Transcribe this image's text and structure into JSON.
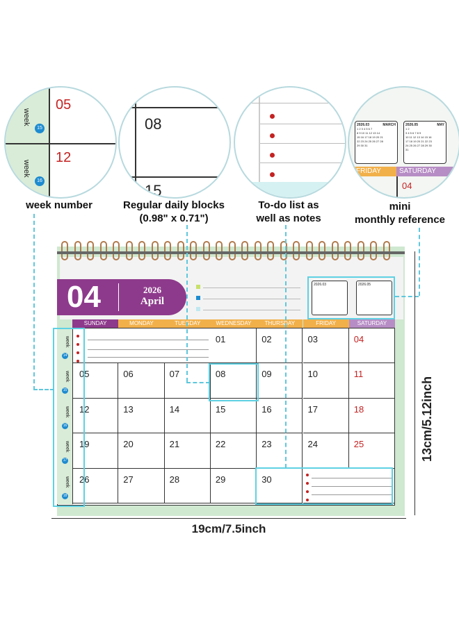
{
  "features": {
    "week_number": "week number",
    "daily_blocks": "Regular daily blocks",
    "daily_blocks_size": "(0.98\" x 0.71\")",
    "todo_line1": "To-do list as",
    "todo_line2": "well as notes",
    "mini_line1": "mini",
    "mini_line2": "monthly reference"
  },
  "zoom": {
    "week_circle": {
      "date1": "05",
      "date2": "12",
      "week_label": "week",
      "week1": "15",
      "week2": "16"
    },
    "daily_circle": {
      "date1": "08",
      "date2": "15"
    },
    "mini_circle": {
      "cal1_title": "2026.03",
      "cal1_month": "MARCH",
      "cal2_title": "2026.05",
      "cal2_month": "MAY",
      "friday": "FRIDAY",
      "saturday": "SATURDAY",
      "date": "04",
      "cal1_rows": [
        "1 2 3 4 5 6 7",
        "8 9 10 11 12 13 14",
        "15 16 17 18 19 20 21",
        "22 23 24 25 26 27 28",
        "29 30 31"
      ],
      "cal2_rows": [
        "1 2",
        "3 4 5 6 7 8 9",
        "10 11 12 13 14 15 16",
        "17 18 19 20 21 22 23",
        "24 25 26 27 28 29 30",
        "31"
      ]
    }
  },
  "calendar": {
    "month_num": "04",
    "year": "2026",
    "month_name": "April",
    "mini1": "2026.03",
    "mini2": "2026.05",
    "weekdays": [
      "SUNDAY",
      "MONDAY",
      "TUESDAY",
      "WEDNESDAY",
      "THURSDAY",
      "FRIDAY",
      "SATURDAY"
    ],
    "week_label": "week",
    "weeks": [
      "14",
      "15",
      "16",
      "17",
      "18"
    ],
    "rows": [
      [
        "",
        "",
        "",
        "01",
        "02",
        "03",
        "04"
      ],
      [
        "05",
        "06",
        "07",
        "08",
        "09",
        "10",
        "11"
      ],
      [
        "12",
        "13",
        "14",
        "15",
        "16",
        "17",
        "18"
      ],
      [
        "19",
        "20",
        "21",
        "22",
        "23",
        "24",
        "25"
      ],
      [
        "26",
        "27",
        "28",
        "29",
        "30",
        "",
        ""
      ]
    ]
  },
  "dimensions": {
    "height": "13cm/5.12inch",
    "width": "19cm/7.5inch"
  },
  "colors": {
    "accent_purple": "#8e3a8c",
    "highlight_cyan": "#5ed1e3",
    "week_green": "#d9ecd7",
    "weekday_orange": "#f2b04a",
    "weekday_purple": "#8e3a8c",
    "red_date": "#c42222"
  }
}
